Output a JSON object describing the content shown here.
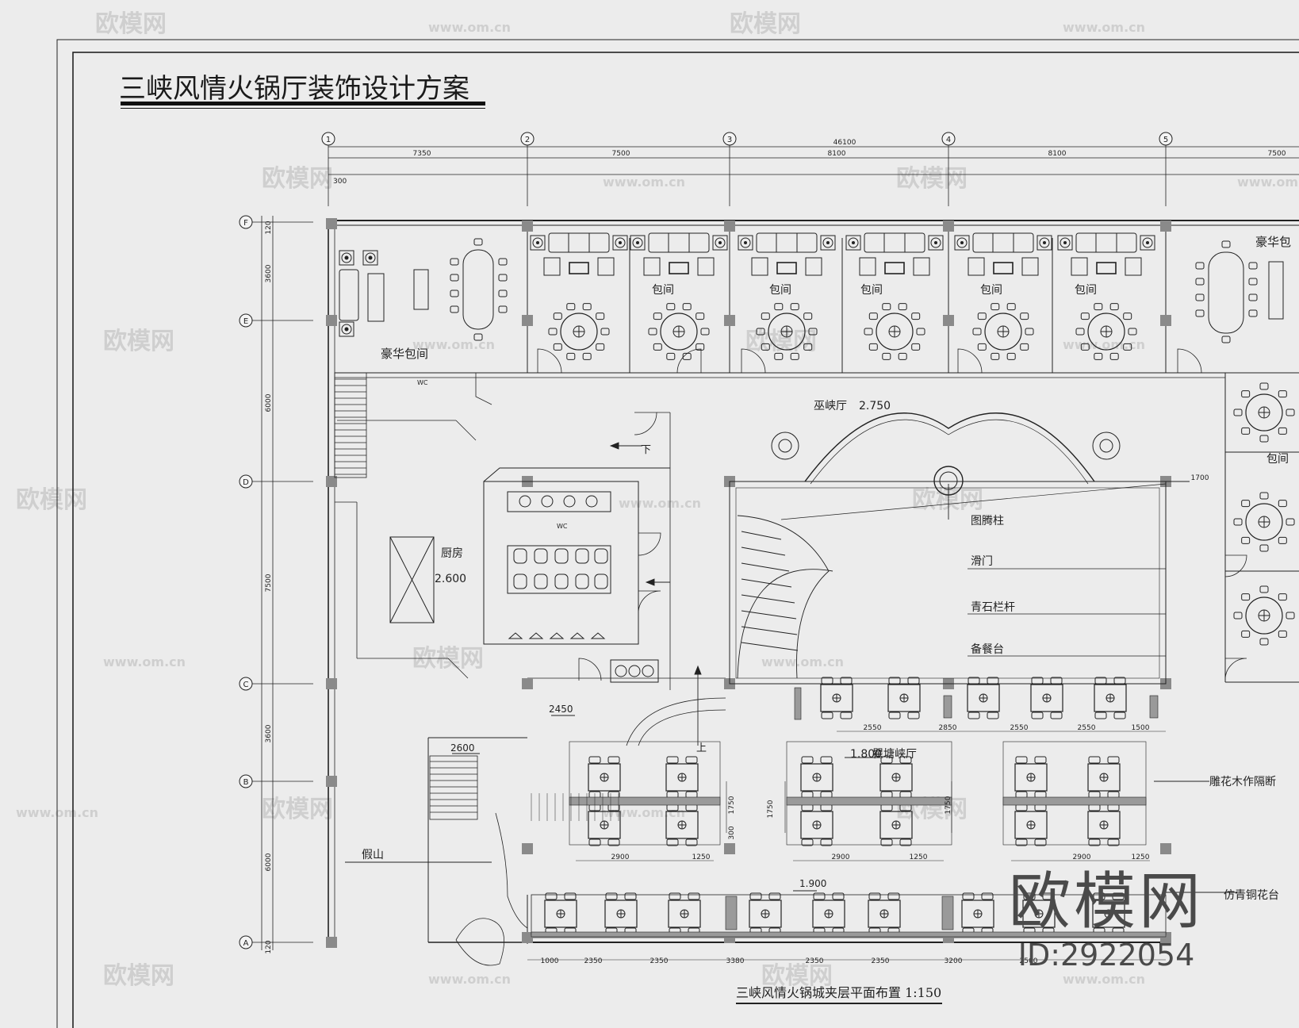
{
  "title": "三峡风情火锅厅装饰设计方案",
  "caption": "三峡风情火锅城夹层平面布置 1:150",
  "watermark": {
    "text": "欧模网",
    "url_text": "www.om.cn",
    "brand": "欧模网",
    "id": "ID:2922054"
  },
  "axes": {
    "columns": [
      "1",
      "2",
      "3",
      "4",
      "5"
    ],
    "rows": [
      "F",
      "E",
      "D",
      "C",
      "B",
      "A"
    ]
  },
  "dimensions": {
    "overall": "46100",
    "top": [
      "7350",
      "7500",
      "8100",
      "8100",
      "7500"
    ],
    "left": [
      "3600",
      "6000",
      "7500",
      "3600",
      "6000"
    ],
    "left_small": [
      "120",
      "120"
    ],
    "offset": "300",
    "bottom": [
      "1000",
      "2350",
      "2350",
      "3380",
      "2350",
      "2350",
      "3200",
      "2500"
    ],
    "mid": [
      "2550",
      "2850",
      "2550",
      "2550",
      "1500"
    ],
    "table_spacing": [
      "2900",
      "1250",
      "2900",
      "1250",
      "2900",
      "1250"
    ],
    "vertical": [
      "1750",
      "1750",
      "1750",
      "300"
    ],
    "side": "1700"
  },
  "rooms": {
    "luxury_left": "豪华包间",
    "luxury_right": "豪华包",
    "private": "包间",
    "hall_wuxia": "巫峡厅",
    "hall_wuxia_level": "2.750",
    "hall_qutang": "瞿塘峡厅",
    "hall_qutang_level": "1.800",
    "kitchen": "厨房",
    "kitchen_level": "2.600",
    "wc": "WC",
    "totem": "图腾柱",
    "sliding_door": "滑门",
    "railing": "青石栏杆",
    "service": "备餐台",
    "partition": "雕花木作隔断",
    "flower_stand": "仿青铜花台",
    "rockery": "假山",
    "down": "下",
    "up": "上",
    "level_2450": "2450",
    "level_2600": "2600",
    "level_1900": "1.900"
  }
}
